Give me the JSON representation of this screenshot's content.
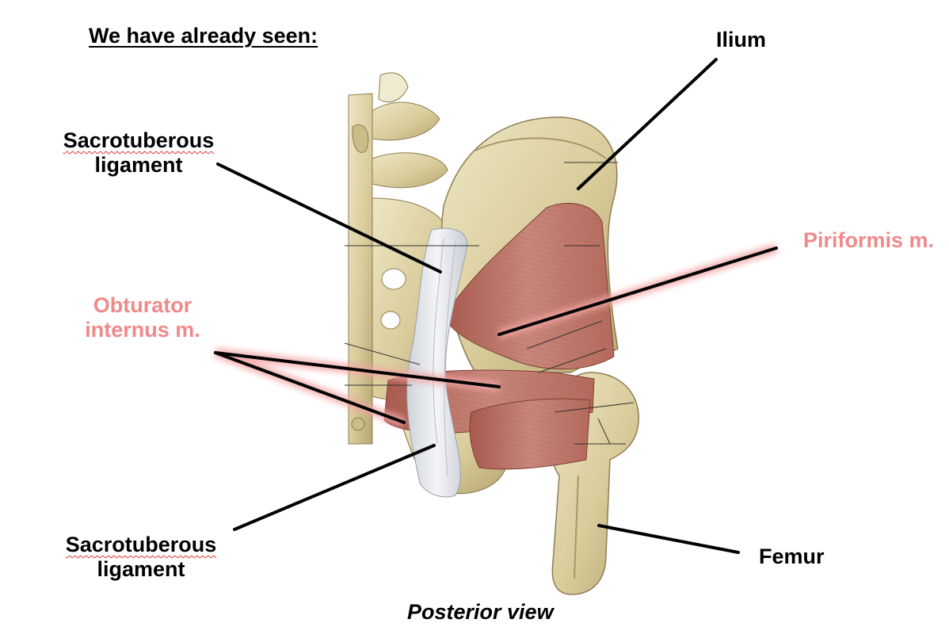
{
  "heading": "We have already seen:",
  "labels": {
    "ilium": "Ilium",
    "sacrotuberous_top_line1": "Sacrotuberous",
    "sacrotuberous_top_line2": "ligament",
    "piriformis": "Piriformis m.",
    "obturator_line1": "Obturator",
    "obturator_line2": "internus m.",
    "sacrotuberous_bottom_line1": "Sacrotuberous",
    "sacrotuberous_bottom_line2": "ligament",
    "femur": "Femur"
  },
  "caption": "Posterior view",
  "colors": {
    "muscle_label": "#f08a8a",
    "bone": "#d8cc9e",
    "muscle": "#b96f62",
    "ligament": "#e6e8ec",
    "leader_line": "#000000",
    "highlight_glow": "#f4a6a6"
  }
}
